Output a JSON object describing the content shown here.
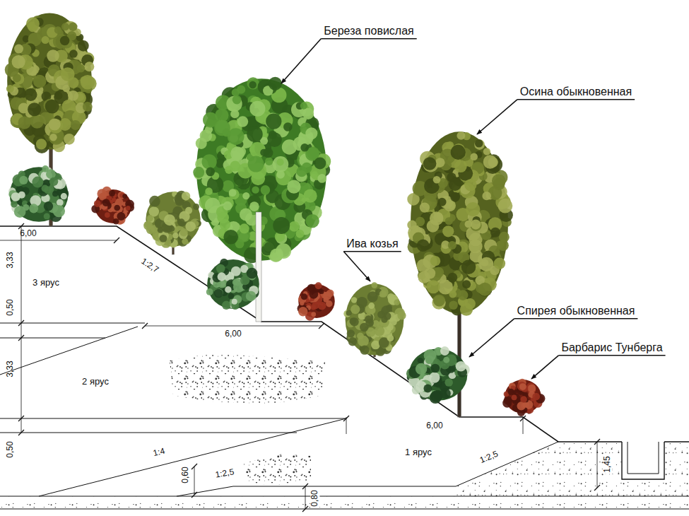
{
  "diagram": {
    "labels": [
      "Береза повислая",
      "Осина обыкновенная",
      "Ива козья",
      "Спирея обыкновенная",
      "Барбарис Тунберга",
      "6,00",
      "3,33",
      "3 ярус",
      "0,50",
      "1:2,7",
      "6,00",
      "2 ярус",
      "3,33",
      "0,50",
      "6,00",
      "1 ярус",
      "1:4",
      "1:2,5",
      "0,60",
      "1:2,5",
      "1,45",
      "0,80"
    ]
  }
}
